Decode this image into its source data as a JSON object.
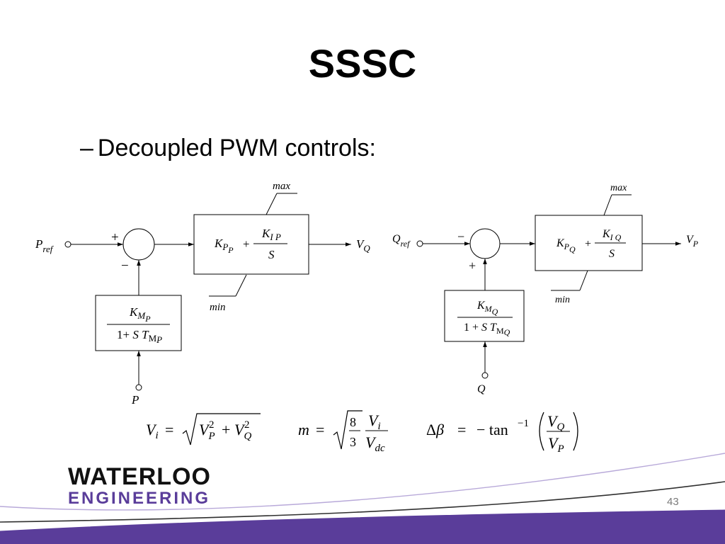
{
  "slide": {
    "title": "SSSC",
    "bullet_dash": "–",
    "bullet": "Decoupled PWM controls:",
    "page_number": "43"
  },
  "diagram": {
    "left": {
      "input_ref": "P",
      "input_ref_sub": "ref",
      "sign_ref": "+",
      "sign_fb": "−",
      "pi_kp": "K",
      "pi_kp_sub": "P",
      "pi_kp_sub2": "P",
      "pi_plus": "+",
      "pi_ki": "K",
      "pi_ki_sub": "I P",
      "pi_s": "S",
      "limit_max": "max",
      "limit_min": "min",
      "output": "V",
      "output_sub": "Q",
      "meas_num": "K",
      "meas_num_sub": "M",
      "meas_num_sub2": "P",
      "meas_den_prefix": "1+ ",
      "meas_den_s": "S T",
      "meas_den_sub": "M",
      "meas_den_sub2": "P",
      "meas_input": "P"
    },
    "right": {
      "input_ref": "Q",
      "input_ref_sub": "ref",
      "sign_ref": "−",
      "sign_fb": "+",
      "pi_kp": "K",
      "pi_kp_sub": "P",
      "pi_kp_sub2": "Q",
      "pi_plus": "+",
      "pi_ki": "K",
      "pi_ki_sub": "I Q",
      "pi_s": "S",
      "limit_max": "max",
      "limit_min": "min",
      "output": "V",
      "output_sub": "P",
      "meas_num": "K",
      "meas_num_sub": "M",
      "meas_num_sub2": "Q",
      "meas_den_prefix": "1 + ",
      "meas_den_s": "S T",
      "meas_den_sub": "M",
      "meas_den_sub2": "Q",
      "meas_input": "Q"
    }
  },
  "formulas": {
    "vi_lhs": "V",
    "vi_lhs_sub": "i",
    "eq": "=",
    "vi_vp": "V",
    "vi_vp_sub": "P",
    "sq": "2",
    "vi_plus": "+",
    "vi_vq": "V",
    "vi_vq_sub": "Q",
    "m_lhs": "m",
    "m_num": "8",
    "m_den": "3",
    "m_fr_num": "V",
    "m_fr_num_sub": "i",
    "m_fr_den": "V",
    "m_fr_den_sub": "dc",
    "db_delta": "Δ",
    "db_beta": "β",
    "db_rhs": "− tan",
    "db_exp": "−1",
    "db_num": "V",
    "db_num_sub": "Q",
    "db_den": "V",
    "db_den_sub": "P"
  },
  "branding": {
    "line1": "WATERLOO",
    "line2": "ENGINEERING"
  },
  "colors": {
    "purple": "#5a3d9a",
    "wave_light": "#b8a9d9",
    "wave_dark": "#2f2f2f"
  }
}
